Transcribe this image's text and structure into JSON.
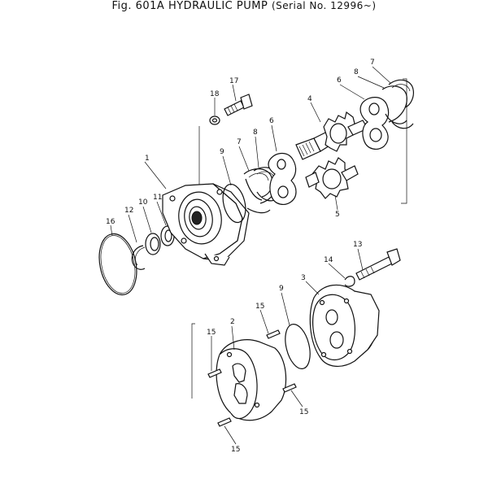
{
  "header": {
    "title_line": "Fig. 601A HYDRAULIC PUMP",
    "serial": "(Serial No. 12996~)"
  },
  "callouts": [
    {
      "id": "c1",
      "label": "1"
    },
    {
      "id": "c2",
      "label": "2"
    },
    {
      "id": "c3",
      "label": "3"
    },
    {
      "id": "c4",
      "label": "4"
    },
    {
      "id": "c5",
      "label": "5"
    },
    {
      "id": "c6a",
      "label": "6"
    },
    {
      "id": "c6b",
      "label": "6"
    },
    {
      "id": "c7a",
      "label": "7"
    },
    {
      "id": "c7b",
      "label": "7"
    },
    {
      "id": "c8a",
      "label": "8"
    },
    {
      "id": "c8b",
      "label": "8"
    },
    {
      "id": "c9a",
      "label": "9"
    },
    {
      "id": "c9b",
      "label": "9"
    },
    {
      "id": "c10",
      "label": "10"
    },
    {
      "id": "c11",
      "label": "11"
    },
    {
      "id": "c12",
      "label": "12"
    },
    {
      "id": "c13",
      "label": "13"
    },
    {
      "id": "c14",
      "label": "14"
    },
    {
      "id": "c15a",
      "label": "15"
    },
    {
      "id": "c15b",
      "label": "15"
    },
    {
      "id": "c15c",
      "label": "15"
    },
    {
      "id": "c15d",
      "label": "15"
    },
    {
      "id": "c16",
      "label": "16"
    },
    {
      "id": "c17",
      "label": "17"
    },
    {
      "id": "c18",
      "label": "18"
    }
  ]
}
